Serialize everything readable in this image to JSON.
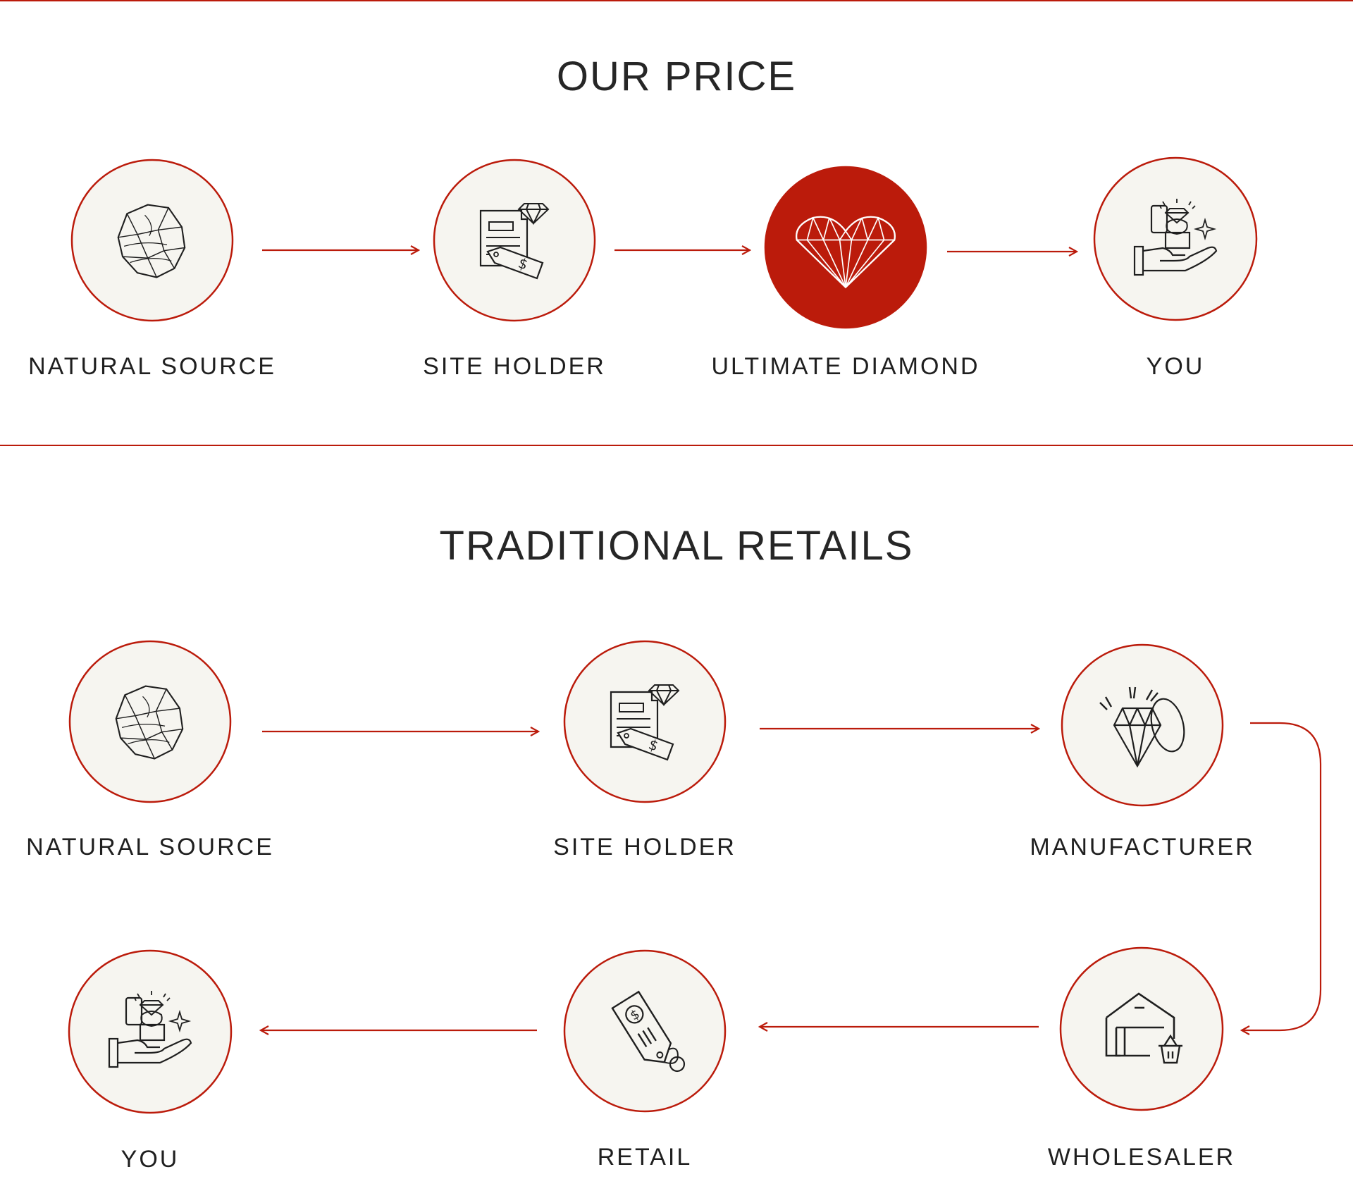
{
  "colors": {
    "accent": "#bb1b0b",
    "circle_fill": "#f6f5f0",
    "icon_stroke": "#1f1f1f",
    "text": "#222222"
  },
  "our_price": {
    "title": "OUR PRICE",
    "steps": [
      {
        "label": "NATURAL SOURCE",
        "icon": "rough-diamond-icon"
      },
      {
        "label": "SITE HOLDER",
        "icon": "certificate-price-tag-icon"
      },
      {
        "label": "ULTIMATE DIAMOND",
        "icon": "heart-diamond-icon",
        "highlighted": true
      },
      {
        "label": "YOU",
        "icon": "hand-ring-box-icon"
      }
    ]
  },
  "traditional": {
    "title": "TRADITIONAL RETAILS",
    "steps": [
      {
        "label": "NATURAL SOURCE",
        "icon": "rough-diamond-icon"
      },
      {
        "label": "SITE HOLDER",
        "icon": "certificate-price-tag-icon"
      },
      {
        "label": "MANUFACTURER",
        "icon": "cut-diamond-polishing-icon"
      },
      {
        "label": "WHOLESALER",
        "icon": "warehouse-basket-icon"
      },
      {
        "label": "RETAIL",
        "icon": "price-tag-icon"
      },
      {
        "label": "YOU",
        "icon": "hand-ring-box-icon"
      }
    ]
  }
}
